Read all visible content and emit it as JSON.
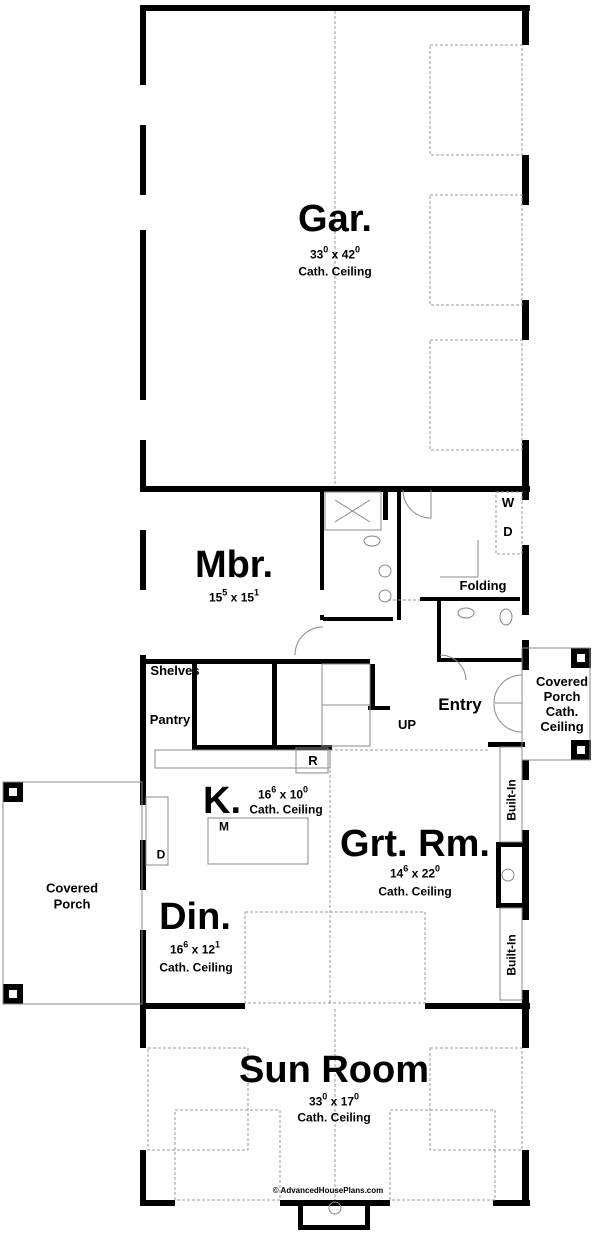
{
  "rooms": {
    "garage": {
      "name": "Gar.",
      "w": "33",
      "w_in": "0",
      "d": "42",
      "d_in": "0",
      "ceiling": "Cath. Ceiling"
    },
    "master": {
      "name": "Mbr.",
      "w": "15",
      "w_in": "5",
      "d": "15",
      "d_in": "1"
    },
    "kitchen": {
      "name": "K.",
      "w": "16",
      "w_in": "6",
      "d": "10",
      "d_in": "0",
      "ceiling": "Cath. Ceiling"
    },
    "great_room": {
      "name": "Grt. Rm.",
      "w": "14",
      "w_in": "6",
      "d": "22",
      "d_in": "0",
      "ceiling": "Cath. Ceiling"
    },
    "dining": {
      "name": "Din.",
      "w": "16",
      "w_in": "6",
      "d": "12",
      "d_in": "1",
      "ceiling": "Cath. Ceiling"
    },
    "sun_room": {
      "name": "Sun Room",
      "w": "33",
      "w_in": "0",
      "d": "17",
      "d_in": "0",
      "ceiling": "Cath. Ceiling"
    },
    "entry": {
      "name": "Entry"
    },
    "pantry": {
      "name": "Pantry"
    },
    "shelves": {
      "name": "Shelves"
    },
    "folding": {
      "name": "Folding"
    },
    "porch_right": {
      "line1": "Covered",
      "line2": "Porch",
      "line3": "Cath.",
      "line4": "Ceiling"
    },
    "porch_left": {
      "line1": "Covered",
      "line2": "Porch"
    }
  },
  "fixtures": {
    "washer": "W",
    "dryer": "D",
    "refrigerator": "R",
    "microwave": "M",
    "dishwasher": "D",
    "stairs": "UP",
    "built_in": "Built-In"
  },
  "x_sep": "x",
  "copyright": "© AdvancedHousePlans.com",
  "colors": {
    "wall": "#000000",
    "dashed": "#999999",
    "thin": "#888888"
  }
}
